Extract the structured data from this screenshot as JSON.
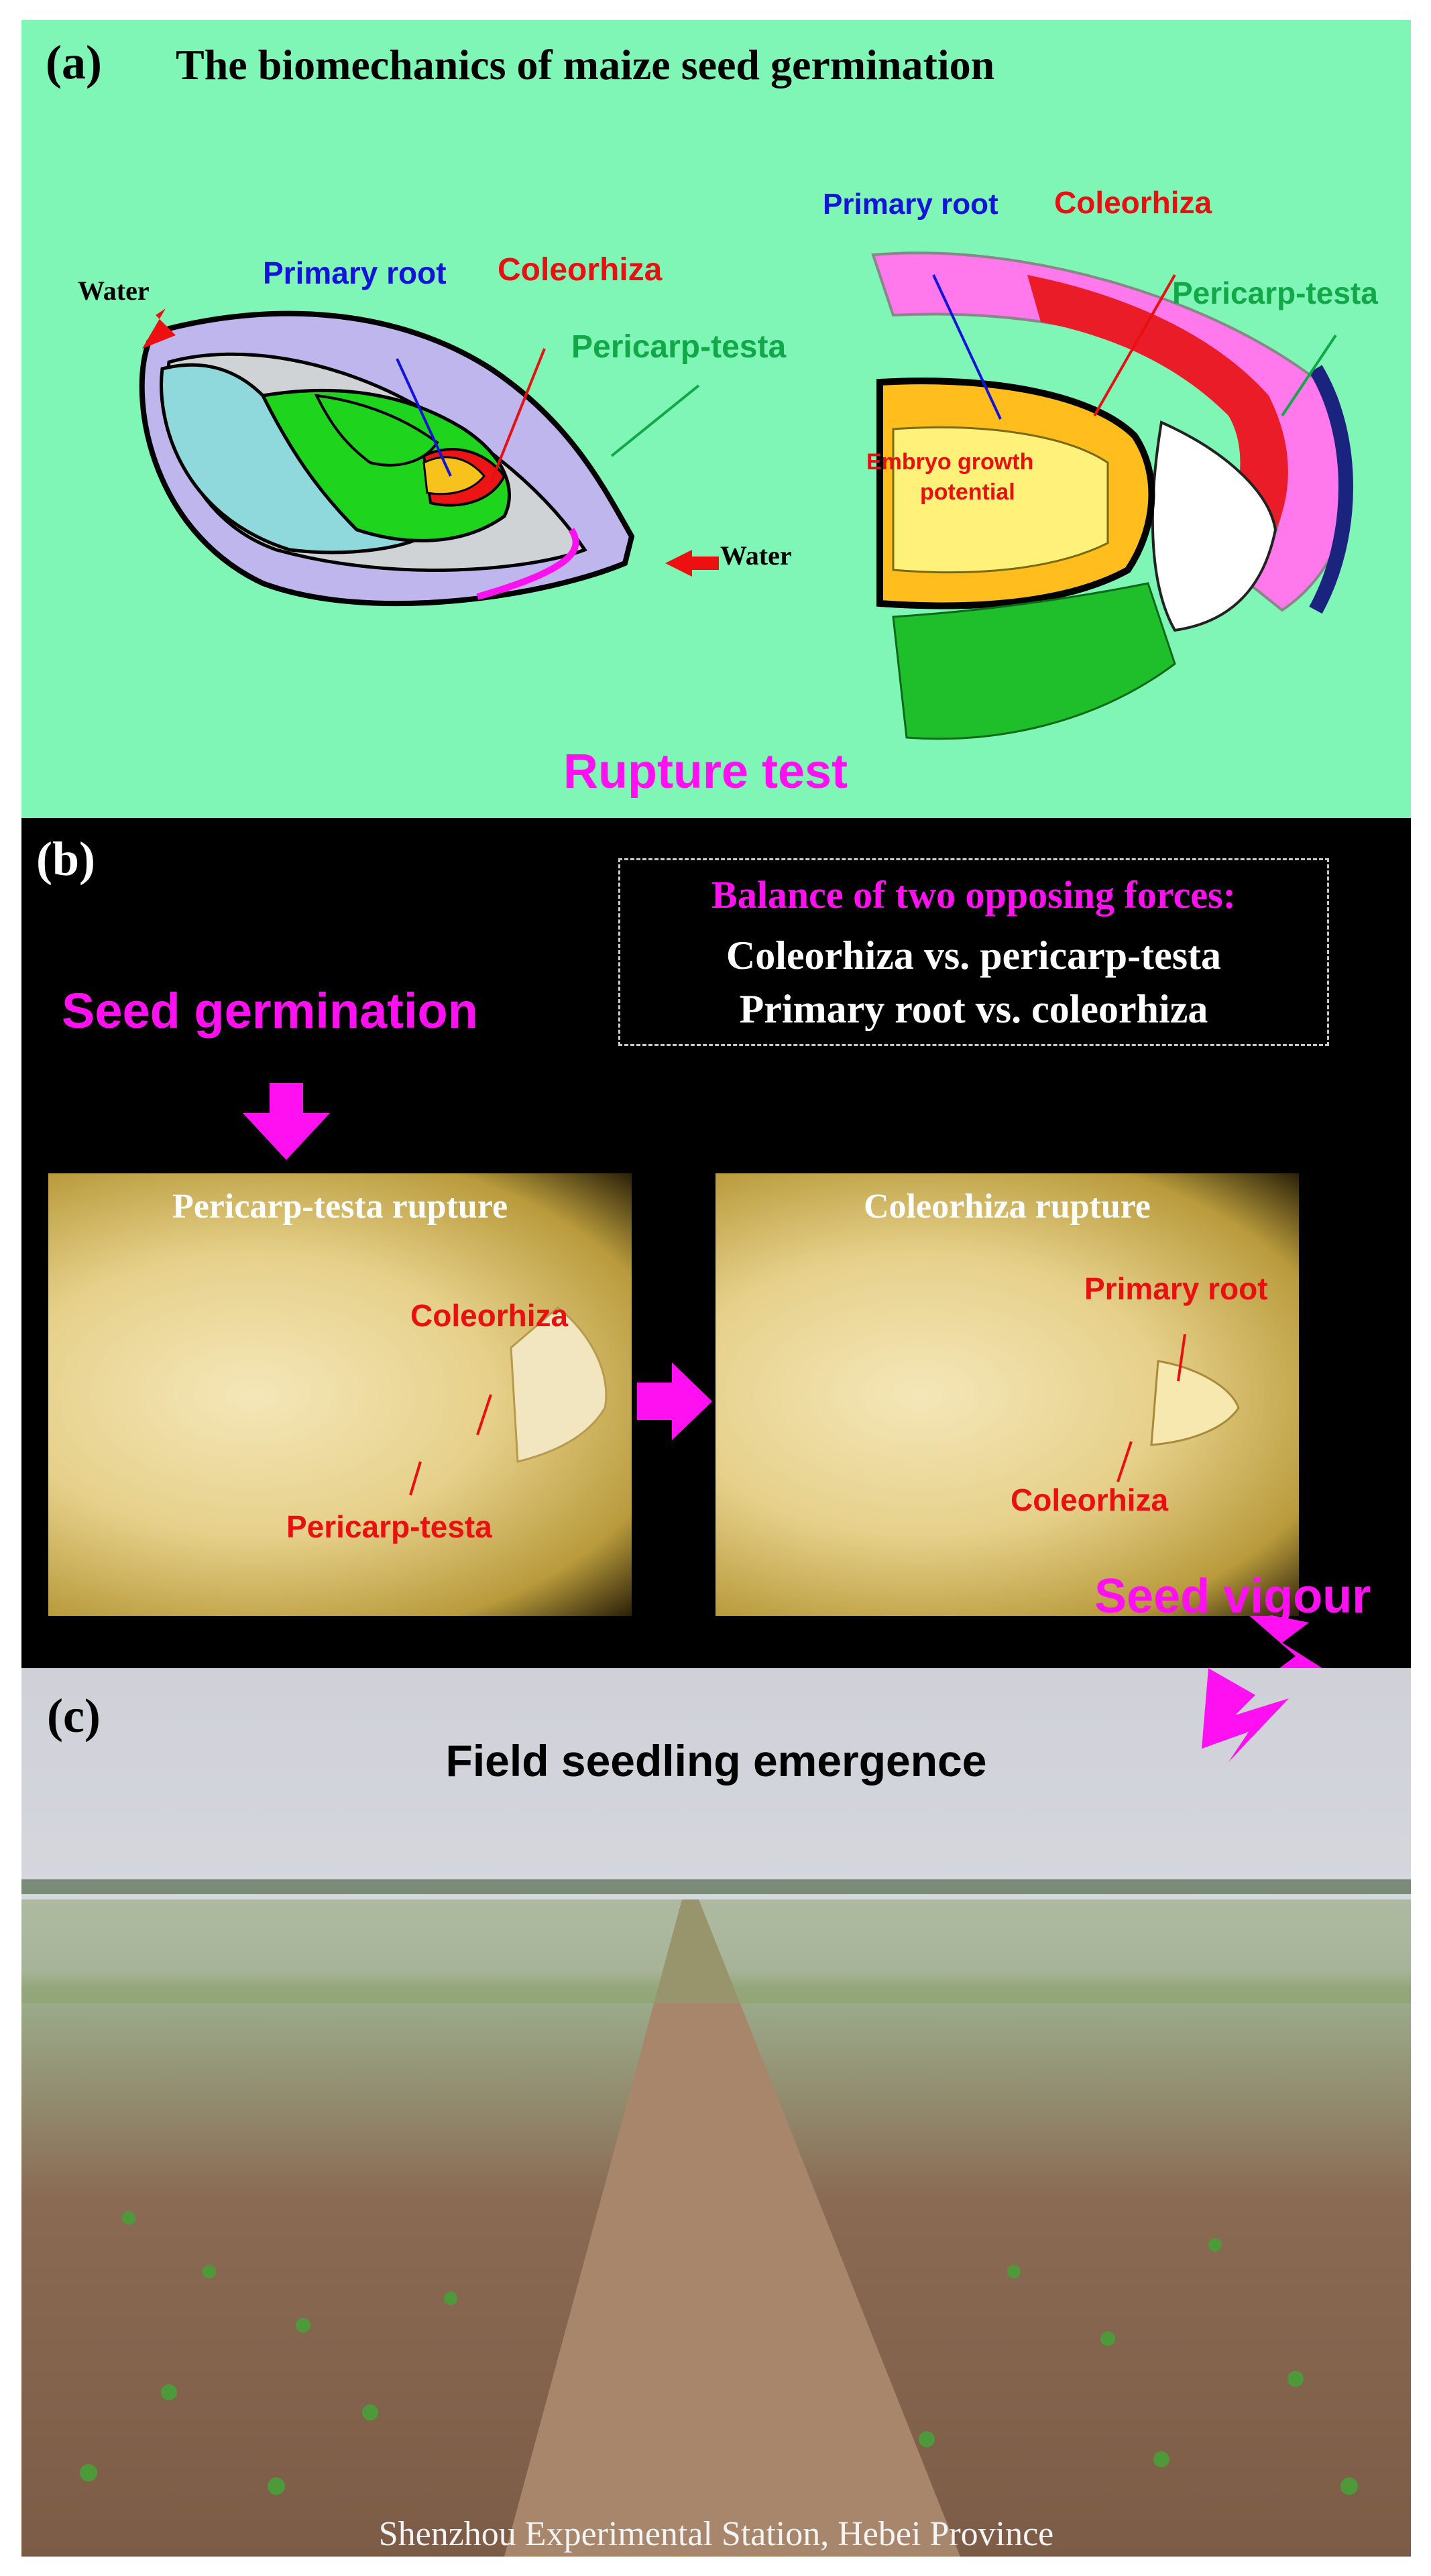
{
  "panel_a": {
    "letter": "(a)",
    "title": "The biomechanics of maize seed germination",
    "left_diagram": {
      "water_top": "Water",
      "water_right": "Water",
      "primary_root": "Primary root",
      "coleorhiza": "Coleorhiza",
      "pericarp_testa": "Pericarp-testa"
    },
    "right_diagram": {
      "primary_root": "Primary root",
      "coleorhiza": "Coleorhiza",
      "pericarp_testa": "Pericarp-testa",
      "embryo_line1": "Embryo growth",
      "embryo_line2": "potential"
    },
    "rupture_test": "Rupture test",
    "colors": {
      "background": "#7ff6b6",
      "primary_root": "#1414d8",
      "coleorhiza": "#e81010",
      "pericarp": "#12a84a",
      "accent": "#ff10f0"
    }
  },
  "panel_b": {
    "letter": "(b)",
    "balance_title": "Balance of two opposing forces:",
    "balance_line1": "Coleorhiza vs. pericarp-testa",
    "balance_line2": "Primary root vs. coleorhiza",
    "seed_germination": "Seed germination",
    "photo1": {
      "title": "Pericarp-testa rupture",
      "label_coleorhiza": "Coleorhiza",
      "label_pericarp": "Pericarp-testa"
    },
    "photo2": {
      "title": "Coleorhiza rupture",
      "label_primary_root": "Primary root",
      "label_coleorhiza": "Coleorhiza"
    },
    "seed_vigour": "Seed vigour"
  },
  "panel_c": {
    "letter": "(c)",
    "title": "Field seedling emergence",
    "caption": "Shenzhou Experimental Station, Hebei Province"
  }
}
